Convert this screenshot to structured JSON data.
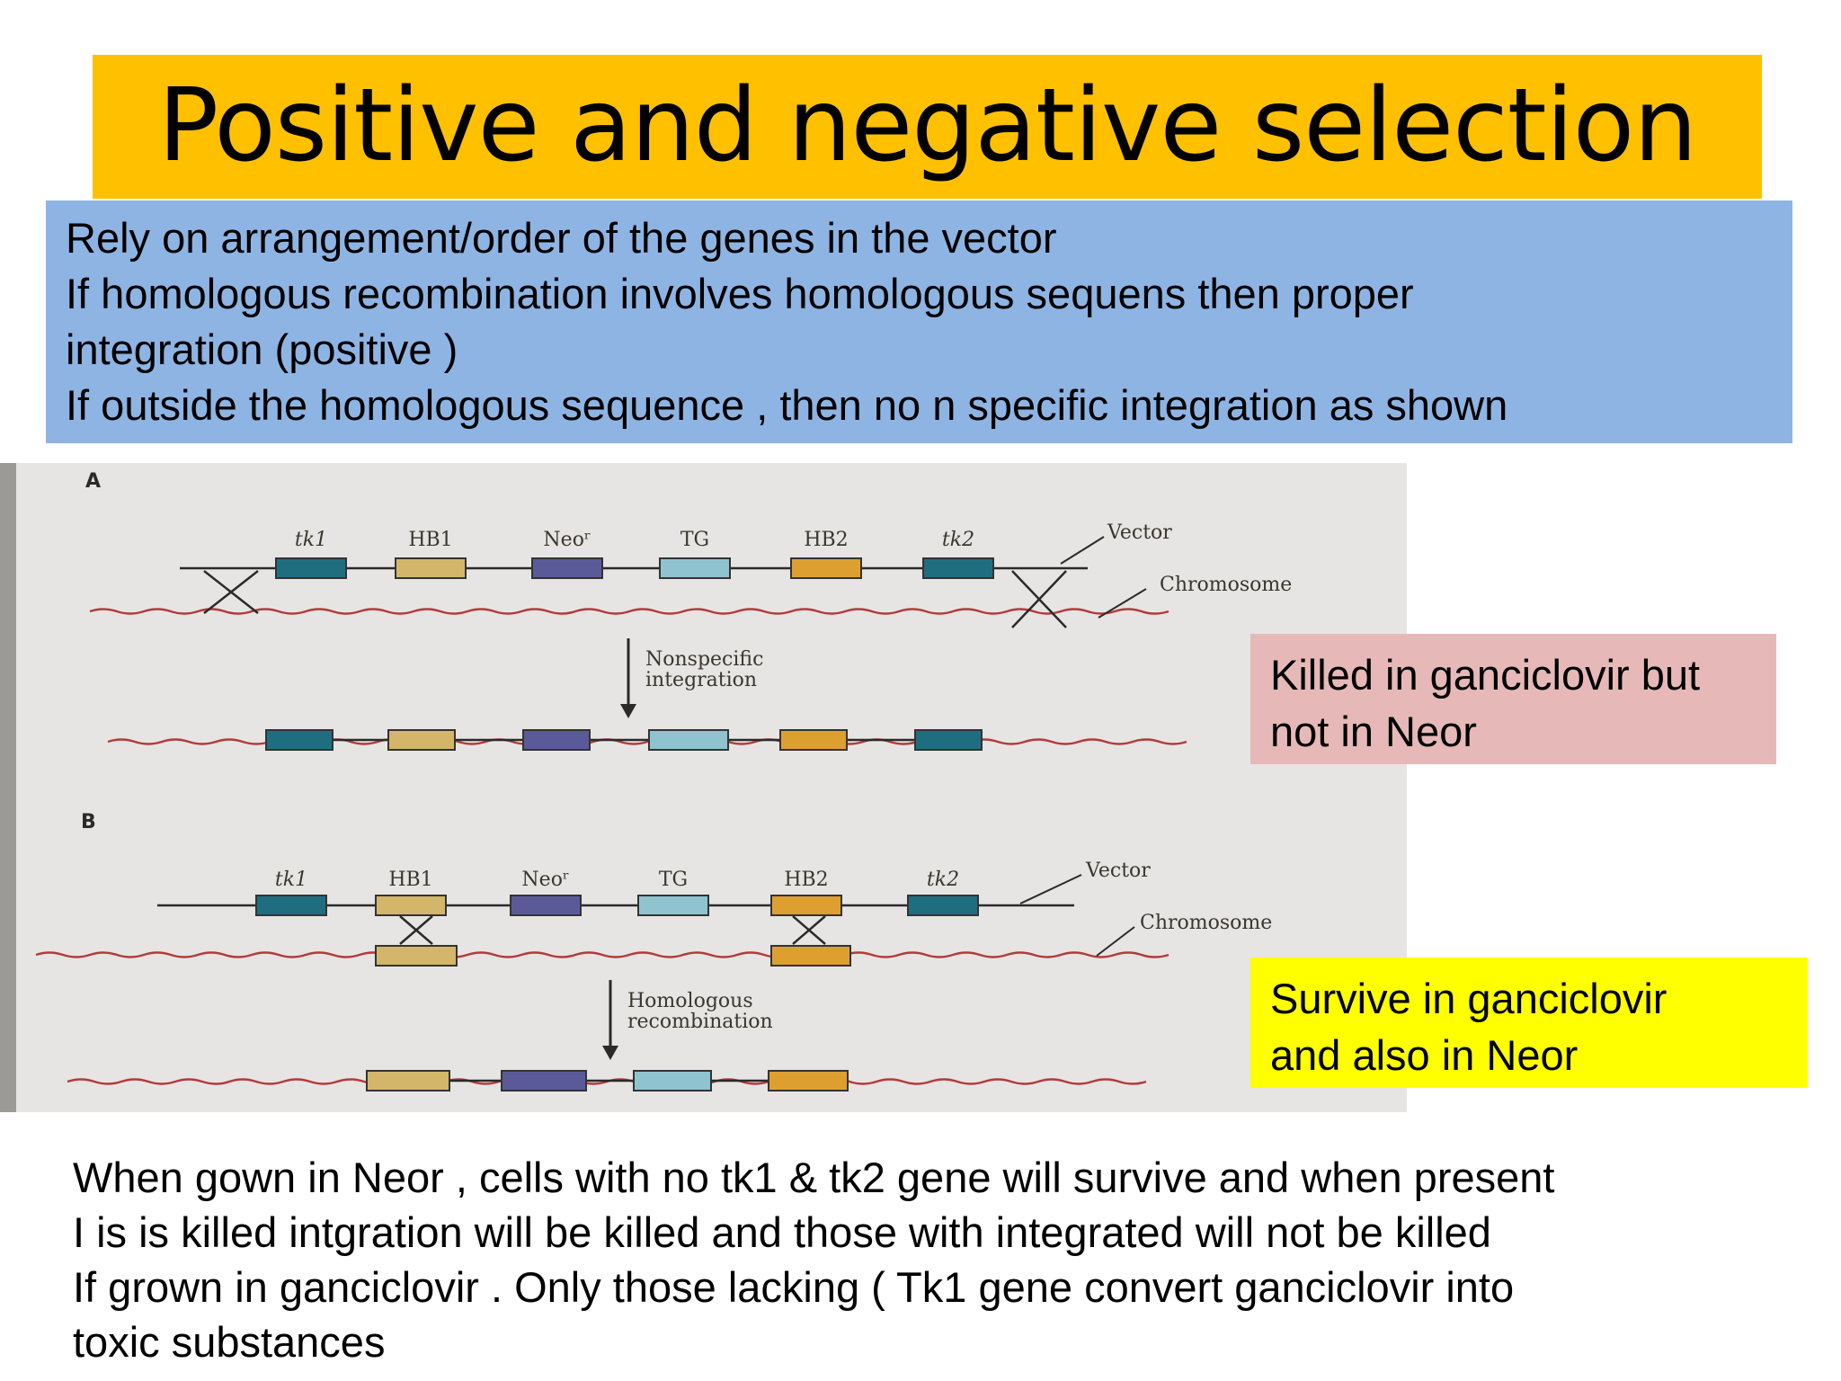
{
  "title": "Positive and negative selection",
  "intro": {
    "lines": [
      "Rely on arrangement/order  of the genes in the vector",
      "If homologous  recombination involves homologous sequens then proper",
      "integration  (positive )",
      "If outside the homologous sequence , then no n specific integration  as shown"
    ]
  },
  "figure": {
    "panel_a": {
      "letter": "A",
      "genes": [
        "tk1",
        "HB1",
        "Neoʳ",
        "TG",
        "HB2",
        "tk2"
      ],
      "vector_label": "Vector",
      "chromosome_label": "Chromosome",
      "arrow_label_line1": "Nonspecific",
      "arrow_label_line2": "integration"
    },
    "panel_b": {
      "letter": "B",
      "genes": [
        "tk1",
        "HB1",
        "Neoʳ",
        "TG",
        "HB2",
        "tk2"
      ],
      "vector_label": "Vector",
      "chromosome_label": "Chromosome",
      "arrow_label_line1": "Homologous",
      "arrow_label_line2": "recombination"
    },
    "colors": {
      "tk": "#1F6E80",
      "hb": "#D4B66A",
      "neo": "#5B5A99",
      "tg": "#8FC3D0",
      "hb2": "#DDA030",
      "chromosome": "#B33A3A",
      "line": "#2a2a2a"
    }
  },
  "callouts": {
    "killed": {
      "line1": "Killed in ganciclovir  but",
      "line2": "not in Neor",
      "color": "#E6B9B8"
    },
    "survive": {
      "line1": "Survive  in ganciclovir",
      "line2": "and also in Neor",
      "color": "#FFFF00"
    }
  },
  "footer": {
    "lines": [
      "When gown in  Neor , cells with no tk1 & tk2 gene will survive and when present",
      "I is is killed intgration will be killed and those with integrated will not be killed",
      "If grown in ganciclovir . Only  those  lacking ( Tk1 gene convert ganciclovir into",
      "toxic substances"
    ]
  }
}
